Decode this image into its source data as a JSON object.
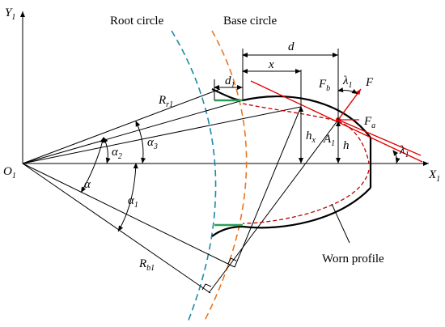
{
  "labels": {
    "root_circle": "Root circle",
    "base_circle": "Base circle",
    "worn_profile": "Worn profile",
    "y_axis": "Y",
    "y_axis_sub": "1",
    "x_axis": "X",
    "x_axis_sub": "1",
    "origin": "O",
    "origin_sub": "1",
    "d": "d",
    "x": "x",
    "d1": "d",
    "d1_sub": "1",
    "R_r1": "R",
    "R_r1_sub": "r1",
    "R_b1": "R",
    "R_b1_sub": "b1",
    "alpha": "α",
    "alpha1": "α",
    "alpha1_sub": "1",
    "alpha2": "α",
    "alpha2_sub": "2",
    "alpha3": "α",
    "alpha3_sub": "3",
    "h_x": "h",
    "h_x_sub": "x",
    "h": "h",
    "A1": "A",
    "A1_sub": "1",
    "F": "F",
    "F_b": "F",
    "F_b_sub": "b",
    "F_a": "F",
    "F_a_sub": "a",
    "lambda1_top": "λ",
    "lambda1_top_sub": "1",
    "lambda1_right": "λ",
    "lambda1_right_sub": "1"
  },
  "colors": {
    "root_circle": "#1a8aa6",
    "base_circle": "#e87722",
    "worn_profile": "#c00000",
    "force_line": "#e00000",
    "root_fillet": "#2e9e57",
    "outline": "#000000"
  }
}
